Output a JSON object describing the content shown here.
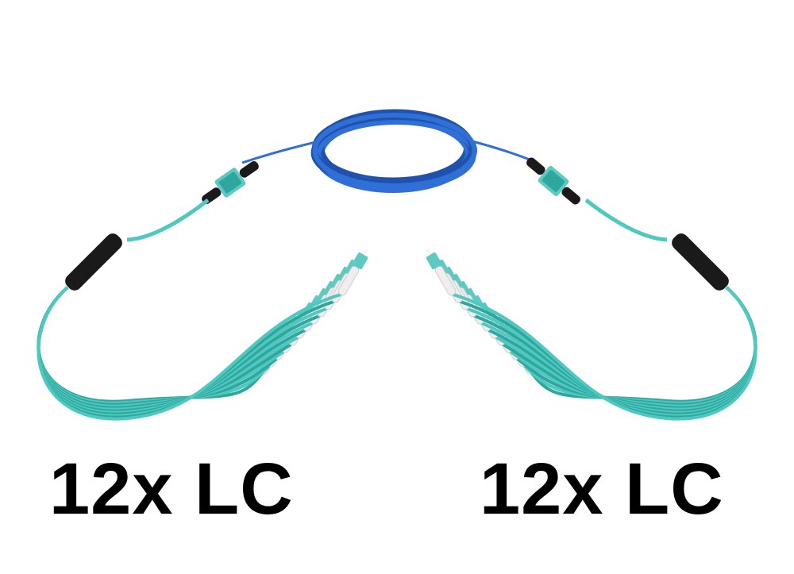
{
  "image": {
    "subject": "fibre-optic-breakout-cable",
    "colors": {
      "background": "#ffffff",
      "trunk_cable": "#2f6fd6",
      "trunk_cable_dark": "#1f52ad",
      "aqua_fibre": "#4fc9c0",
      "aqua_fibre_dark": "#2fa79f",
      "connector_body": "#1a1a1a",
      "lc_boot": "#eeeeee",
      "lc_latch": "#5ec8c2",
      "label_text": "#000000"
    },
    "icons": [
      "coiled-cable-icon",
      "mpo-connector-icon",
      "breakout-furcation-icon",
      "lc-connector-icon"
    ]
  },
  "labels": {
    "left": "12x LC",
    "right": "12x LC"
  }
}
